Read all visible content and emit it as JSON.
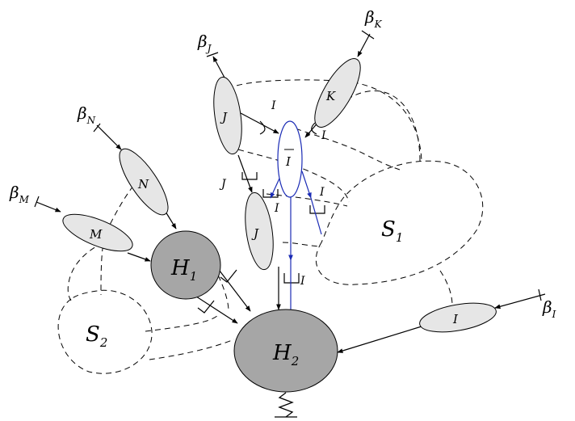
{
  "labels": {
    "beta_K": "β",
    "beta_K_sub": "K",
    "beta_J": "β",
    "beta_J_sub": "J",
    "beta_N": "β",
    "beta_N_sub": "N",
    "beta_M": "β",
    "beta_M_sub": "M",
    "beta_I": "β",
    "beta_I_sub": "I",
    "J_top": "J",
    "K": "K",
    "I_bar": "I",
    "J_lower": "J",
    "N": "N",
    "M": "M",
    "I_right": "I",
    "H1": "H",
    "H1_sub": "1",
    "H2": "H",
    "H2_sub": "2",
    "S1": "S",
    "S1_sub": "1",
    "S2": "S",
    "S2_sub": "2",
    "I_cut_1": "I",
    "I_cut_2": "I",
    "I_cut_3": "I",
    "I_cut_4": "I",
    "I_cut_5": "I",
    "J_cut": "J"
  },
  "colors": {
    "ellipse_fill": "#e6e6e6",
    "hub_fill": "#a6a6a6",
    "line": "#000000",
    "blue": "#1a2bb5"
  }
}
